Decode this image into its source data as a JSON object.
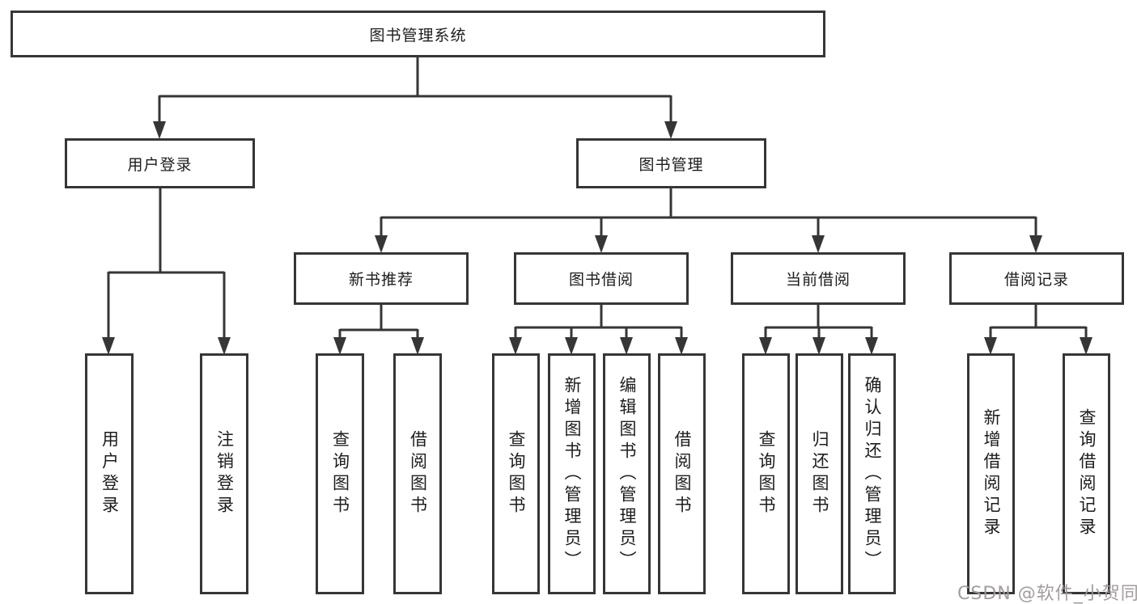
{
  "diagram": {
    "type": "hierarchy-tree",
    "root": {
      "label": "图书管理系统"
    },
    "level2": [
      {
        "label": "用户登录"
      },
      {
        "label": "图书管理"
      }
    ],
    "level3": [
      {
        "label": "新书推荐"
      },
      {
        "label": "图书借阅"
      },
      {
        "label": "当前借阅"
      },
      {
        "label": "借阅记录"
      }
    ],
    "leaves": {
      "user_login": [
        {
          "label": "用户登录"
        },
        {
          "label": "注销登录"
        }
      ],
      "new_books": [
        {
          "label": "查询图书"
        },
        {
          "label": "借阅图书"
        }
      ],
      "book_borrowing": [
        {
          "label": "查询图书"
        },
        {
          "label": "新增图书（管理员）"
        },
        {
          "label": "编辑图书（管理员）"
        },
        {
          "label": "借阅图书"
        }
      ],
      "current_borrowing": [
        {
          "label": "查询图书"
        },
        {
          "label": "归还图书"
        },
        {
          "label": "确认归还（管理员）"
        }
      ],
      "borrow_records": [
        {
          "label": "新增借阅记录"
        },
        {
          "label": "查询借阅记录"
        }
      ]
    },
    "edges": [
      "图书管理系统 -> 用户登录",
      "图书管理系统 -> 图书管理",
      "用户登录 -> 用户登录",
      "用户登录 -> 注销登录",
      "图书管理 -> 新书推荐",
      "图书管理 -> 图书借阅",
      "图书管理 -> 当前借阅",
      "图书管理 -> 借阅记录",
      "新书推荐 -> 查询图书",
      "新书推荐 -> 借阅图书",
      "图书借阅 -> 查询图书",
      "图书借阅 -> 新增图书（管理员）",
      "图书借阅 -> 编辑图书（管理员）",
      "图书借阅 -> 借阅图书",
      "当前借阅 -> 查询图书",
      "当前借阅 -> 归还图书",
      "当前借阅 -> 确认归还（管理员）",
      "借阅记录 -> 新增借阅记录",
      "借阅记录 -> 查询借阅记录"
    ],
    "colors": {
      "line": "#363636",
      "box_border": "#363636",
      "box_fill": "#ffffff",
      "text": "#1c1c1c",
      "background": "#ffffff",
      "watermark": "#9e9898"
    }
  },
  "watermark": {
    "text": "CSDN @软件_小贺同学"
  }
}
